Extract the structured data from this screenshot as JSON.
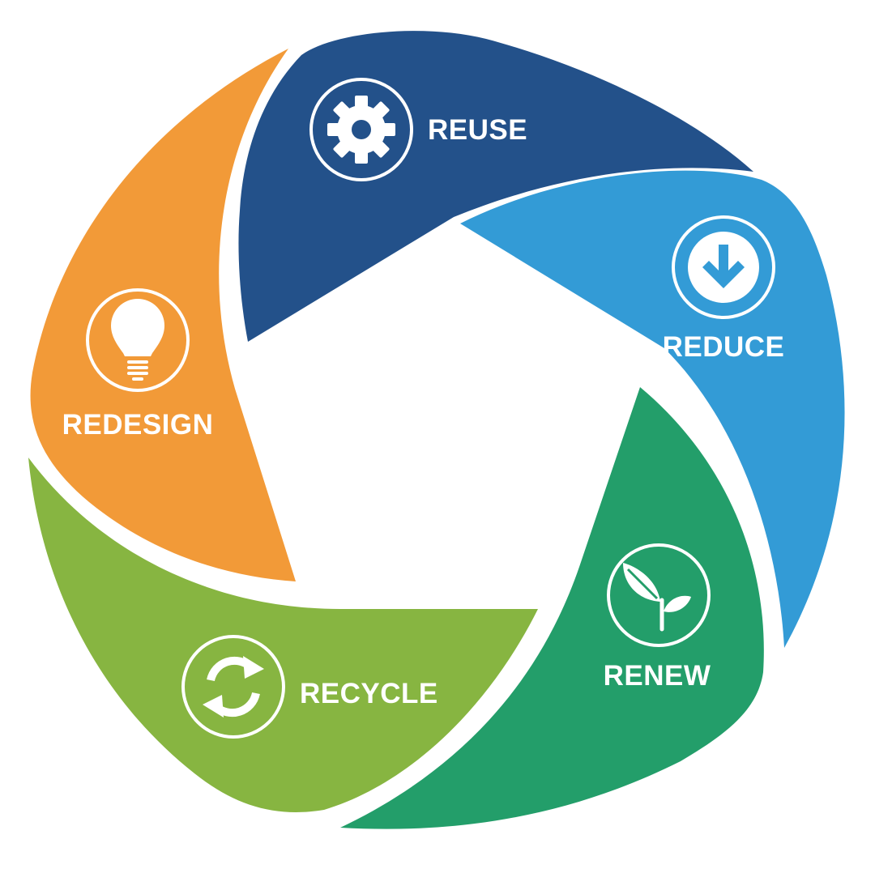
{
  "segments": [
    {
      "id": "reuse",
      "label": "REUSE",
      "icon": "gear-icon",
      "color": "#23518a"
    },
    {
      "id": "reduce",
      "label": "REDUCE",
      "icon": "down-arrow-icon",
      "color": "#339bd6"
    },
    {
      "id": "renew",
      "label": "RENEW",
      "icon": "sprout-icon",
      "color": "#239e6a"
    },
    {
      "id": "recycle",
      "label": "RECYCLE",
      "icon": "recycle-icon",
      "color": "#87b541"
    },
    {
      "id": "redesign",
      "label": "REDESIGN",
      "icon": "lightbulb-icon",
      "color": "#f29a38"
    }
  ]
}
